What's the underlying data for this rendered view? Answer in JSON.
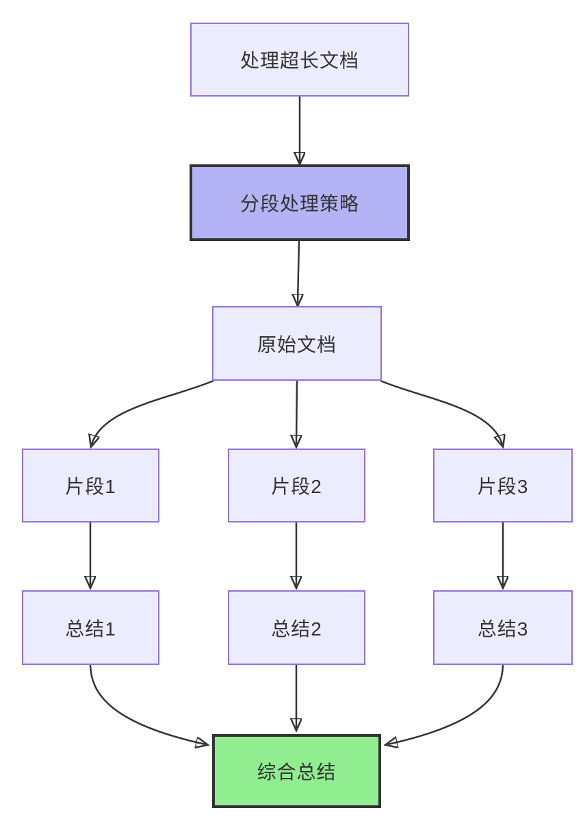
{
  "diagram": {
    "type": "flowchart",
    "direction": "top-down",
    "background": "#ffffff",
    "colors": {
      "node_fill": "#ECECFF",
      "node_border": "#9370DB",
      "emphasis_fill": "#B3B3F5",
      "emphasis_border": "#333333",
      "success_fill": "#90EE90",
      "success_border": "#333333",
      "edge": "#333333",
      "text": "#333333"
    },
    "nodes": {
      "start": {
        "label": "处理超长文档",
        "style": "default"
      },
      "strategy": {
        "label": "分段处理策略",
        "style": "emphasis"
      },
      "doc": {
        "label": "原始文档",
        "style": "default"
      },
      "frag1": {
        "label": "片段1",
        "style": "default"
      },
      "frag2": {
        "label": "片段2",
        "style": "default"
      },
      "frag3": {
        "label": "片段3",
        "style": "default"
      },
      "sum1": {
        "label": "总结1",
        "style": "default"
      },
      "sum2": {
        "label": "总结2",
        "style": "default"
      },
      "sum3": {
        "label": "总结3",
        "style": "default"
      },
      "final": {
        "label": "综合总结",
        "style": "success"
      }
    },
    "edges": [
      {
        "from": "start",
        "to": "strategy"
      },
      {
        "from": "strategy",
        "to": "doc"
      },
      {
        "from": "doc",
        "to": "frag1"
      },
      {
        "from": "doc",
        "to": "frag2"
      },
      {
        "from": "doc",
        "to": "frag3"
      },
      {
        "from": "frag1",
        "to": "sum1"
      },
      {
        "from": "frag2",
        "to": "sum2"
      },
      {
        "from": "frag3",
        "to": "sum3"
      },
      {
        "from": "sum1",
        "to": "final"
      },
      {
        "from": "sum2",
        "to": "final"
      },
      {
        "from": "sum3",
        "to": "final"
      }
    ]
  }
}
